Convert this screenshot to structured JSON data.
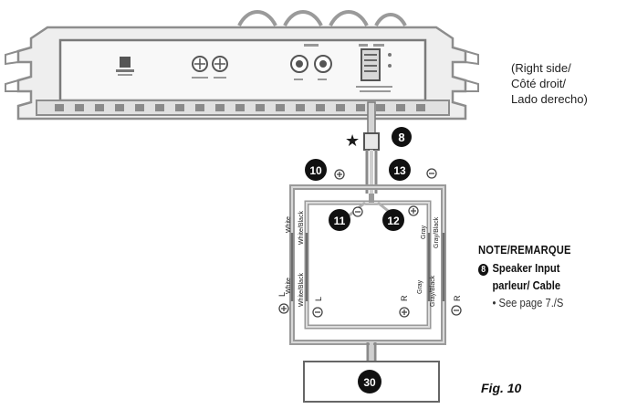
{
  "side_note": [
    "(Right side/",
    "Côté droit/",
    "Lado derecho)"
  ],
  "callouts": {
    "c8": "8",
    "c10": "10",
    "c11": "11",
    "c12": "12",
    "c13": "13",
    "c30": "30"
  },
  "star": "★",
  "cable_labels": {
    "white_top": "White",
    "white_black_top": "White/Black",
    "gray_top": "Gray",
    "gray_black_top": "Gray/Black",
    "white_bottom": "White",
    "white_black_bottom": "White/Black",
    "gray_bottom": "Gray",
    "gray_black_bottom": "Gray/Black",
    "l_inner": "L",
    "l_outer": "L",
    "r_inner": "R",
    "r_outer": "R"
  },
  "note": {
    "title": "NOTE/REMARQUE",
    "item_number": "8",
    "item_line1": "Speaker Input",
    "item_line2": "parleur/ Cable",
    "item_line3": "• See page 7./S"
  },
  "figure_caption": "Fig. 10"
}
